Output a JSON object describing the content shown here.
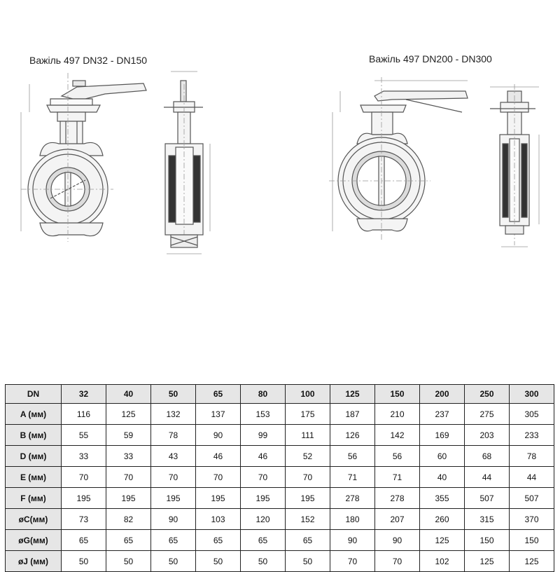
{
  "drawings": {
    "left_title": "Важіль  497 DN32 - DN150",
    "right_title": "Важіль  497 DN200 - DN300"
  },
  "table": {
    "header": [
      "DN",
      "32",
      "40",
      "50",
      "65",
      "80",
      "100",
      "125",
      "150",
      "200",
      "250",
      "300"
    ],
    "rows": [
      {
        "label": "A (мм)",
        "values": [
          "116",
          "125",
          "132",
          "137",
          "153",
          "175",
          "187",
          "210",
          "237",
          "275",
          "305"
        ]
      },
      {
        "label": "B (мм)",
        "values": [
          "55",
          "59",
          "78",
          "90",
          "99",
          "111",
          "126",
          "142",
          "169",
          "203",
          "233"
        ]
      },
      {
        "label": "D (мм)",
        "values": [
          "33",
          "33",
          "43",
          "46",
          "46",
          "52",
          "56",
          "56",
          "60",
          "68",
          "78"
        ]
      },
      {
        "label": "E (мм)",
        "values": [
          "70",
          "70",
          "70",
          "70",
          "70",
          "70",
          "71",
          "71",
          "40",
          "44",
          "44"
        ]
      },
      {
        "label": "F (мм)",
        "values": [
          "195",
          "195",
          "195",
          "195",
          "195",
          "195",
          "278",
          "278",
          "355",
          "507",
          "507"
        ]
      },
      {
        "label": "øC(мм)",
        "values": [
          "73",
          "82",
          "90",
          "103",
          "120",
          "152",
          "180",
          "207",
          "260",
          "315",
          "370"
        ]
      },
      {
        "label": "øG(мм)",
        "values": [
          "65",
          "65",
          "65",
          "65",
          "65",
          "65",
          "90",
          "90",
          "125",
          "150",
          "150"
        ]
      },
      {
        "label": "øJ (мм)",
        "values": [
          "50",
          "50",
          "50",
          "50",
          "50",
          "50",
          "70",
          "70",
          "102",
          "125",
          "125"
        ]
      }
    ]
  }
}
